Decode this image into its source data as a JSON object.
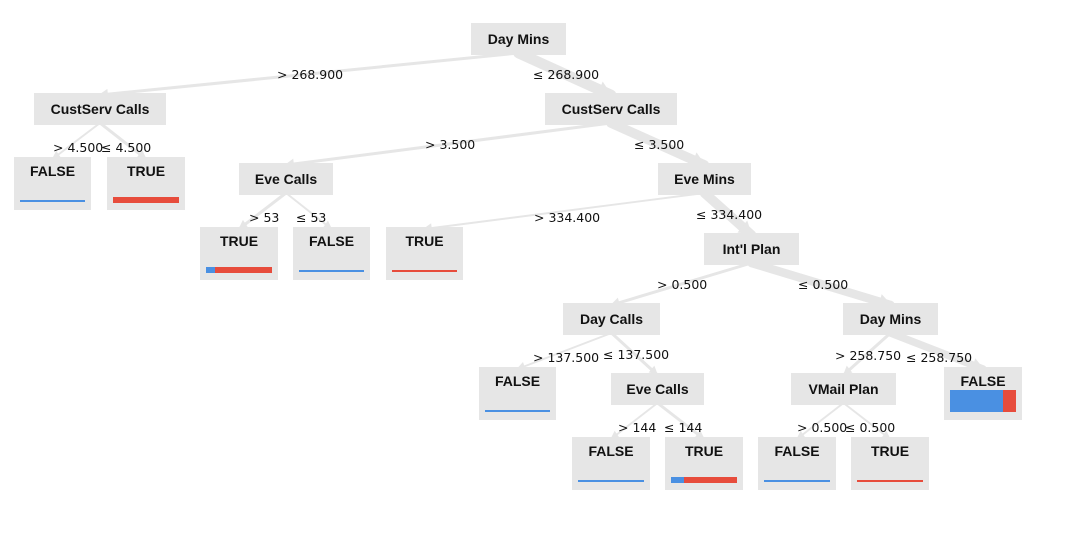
{
  "colors": {
    "false": "#4a90e2",
    "true": "#e74c3c",
    "node_bg": "#e6e6e6",
    "edge": "#e6e6e6"
  },
  "nodes": [
    {
      "id": "root",
      "label": "Day Mins"
    },
    {
      "id": "csL",
      "label": "CustServ Calls"
    },
    {
      "id": "csR",
      "label": "CustServ Calls"
    },
    {
      "id": "eveCallsA",
      "label": "Eve Calls"
    },
    {
      "id": "eveMins",
      "label": "Eve Mins"
    },
    {
      "id": "intl",
      "label": "Int'l Plan"
    },
    {
      "id": "dayCalls",
      "label": "Day Calls"
    },
    {
      "id": "dayMins2",
      "label": "Day Mins"
    },
    {
      "id": "eveCallsB",
      "label": "Eve Calls"
    },
    {
      "id": "vmail",
      "label": "VMail Plan"
    }
  ],
  "leaves": [
    {
      "id": "l1",
      "label": "FALSE",
      "false_frac": 1.0,
      "true_frac": 0.0,
      "bar": "thin"
    },
    {
      "id": "l2",
      "label": "TRUE",
      "false_frac": 0.0,
      "true_frac": 1.0,
      "bar": "thick"
    },
    {
      "id": "l3",
      "label": "TRUE",
      "false_frac": 0.13,
      "true_frac": 0.87,
      "bar": "thick"
    },
    {
      "id": "l4",
      "label": "FALSE",
      "false_frac": 1.0,
      "true_frac": 0.0,
      "bar": "thin"
    },
    {
      "id": "l5",
      "label": "TRUE",
      "false_frac": 0.0,
      "true_frac": 1.0,
      "bar": "thin"
    },
    {
      "id": "l6",
      "label": "FALSE",
      "false_frac": 1.0,
      "true_frac": 0.0,
      "bar": "thin"
    },
    {
      "id": "l7",
      "label": "FALSE",
      "false_frac": 0.8,
      "true_frac": 0.2,
      "bar": "big"
    },
    {
      "id": "l8",
      "label": "FALSE",
      "false_frac": 1.0,
      "true_frac": 0.0,
      "bar": "thin"
    },
    {
      "id": "l9",
      "label": "TRUE",
      "false_frac": 0.2,
      "true_frac": 0.8,
      "bar": "thick"
    },
    {
      "id": "l10",
      "label": "FALSE",
      "false_frac": 1.0,
      "true_frac": 0.0,
      "bar": "thin"
    },
    {
      "id": "l11",
      "label": "TRUE",
      "false_frac": 0.0,
      "true_frac": 1.0,
      "bar": "thin"
    }
  ],
  "edges": [
    {
      "from": "root",
      "to": "csL",
      "label": "> 268.900",
      "weight": 2
    },
    {
      "from": "root",
      "to": "csR",
      "label": "≤ 268.900",
      "weight": 9
    },
    {
      "from": "csL",
      "to": "l1",
      "label": "> 4.500",
      "weight": 1
    },
    {
      "from": "csL",
      "to": "l2",
      "label": "≤ 4.500",
      "weight": 2
    },
    {
      "from": "csR",
      "to": "eveCallsA",
      "label": "> 3.500",
      "weight": 2
    },
    {
      "from": "csR",
      "to": "eveMins",
      "label": "≤ 3.500",
      "weight": 8
    },
    {
      "from": "eveCallsA",
      "to": "l3",
      "label": "> 53",
      "weight": 2
    },
    {
      "from": "eveCallsA",
      "to": "l4",
      "label": "≤ 53",
      "weight": 1
    },
    {
      "from": "eveMins",
      "to": "l5",
      "label": "> 334.400",
      "weight": 1
    },
    {
      "from": "eveMins",
      "to": "intl",
      "label": "≤ 334.400",
      "weight": 8
    },
    {
      "from": "intl",
      "to": "dayCalls",
      "label": "> 0.500",
      "weight": 2
    },
    {
      "from": "intl",
      "to": "dayMins2",
      "label": "≤ 0.500",
      "weight": 7
    },
    {
      "from": "dayCalls",
      "to": "l6",
      "label": "> 137.500",
      "weight": 1
    },
    {
      "from": "dayCalls",
      "to": "eveCallsB",
      "label": "≤ 137.500",
      "weight": 2
    },
    {
      "from": "eveCallsB",
      "to": "l8",
      "label": "> 144",
      "weight": 1
    },
    {
      "from": "eveCallsB",
      "to": "l9",
      "label": "≤ 144",
      "weight": 2
    },
    {
      "from": "dayMins2",
      "to": "vmail",
      "label": "> 258.750",
      "weight": 2
    },
    {
      "from": "dayMins2",
      "to": "l7",
      "label": "≤ 258.750",
      "weight": 6
    },
    {
      "from": "vmail",
      "to": "l10",
      "label": "> 0.500",
      "weight": 1
    },
    {
      "from": "vmail",
      "to": "l11",
      "label": "≤ 0.500",
      "weight": 1
    }
  ]
}
